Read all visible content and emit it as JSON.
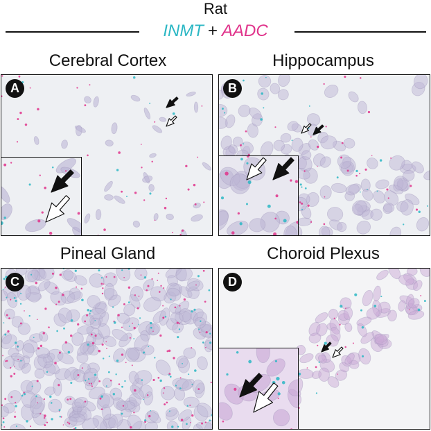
{
  "header": {
    "species": "Rat",
    "probe_a": "INMT",
    "plus": "+",
    "probe_b": "AADC",
    "colors": {
      "probe_a": "#2bb7c4",
      "probe_b": "#e0338b",
      "text": "#111111"
    }
  },
  "panels": [
    {
      "letter": "A",
      "title": "Cerebral Cortex",
      "has_inset": true
    },
    {
      "letter": "B",
      "title": "Hippocampus",
      "has_inset": true
    },
    {
      "letter": "C",
      "title": "Pineal Gland",
      "has_inset": false
    },
    {
      "letter": "D",
      "title": "Choroid Plexus",
      "has_inset": true
    }
  ]
}
